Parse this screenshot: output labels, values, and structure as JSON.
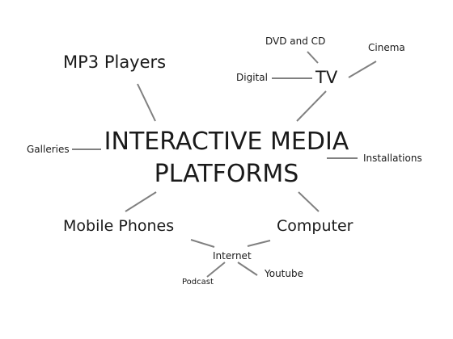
{
  "central": {
    "line1": "INTERACTIVE MEDIA",
    "line2": "PLATFORMS"
  },
  "nodes": {
    "mp3": "MP3 Players",
    "tv": "TV",
    "dvd": "DVD and CD",
    "cinema": "Cinema",
    "digital": "Digital",
    "galleries": "Galleries",
    "installations": "Installations",
    "mobile": "Mobile Phones",
    "computer": "Computer",
    "internet": "Internet",
    "youtube": "Youtube",
    "podcast": "Podcast"
  },
  "colors": {
    "line": "#808080",
    "text": "#1a1a1a",
    "background": "#ffffff"
  }
}
